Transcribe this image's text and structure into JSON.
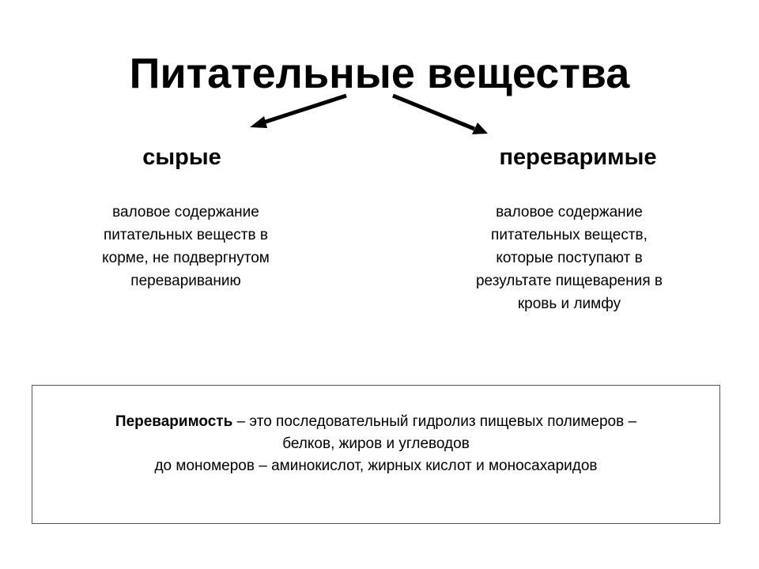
{
  "title": "Питательные вещества",
  "branches": [
    {
      "label": "сырые",
      "description": [
        "валовое содержание",
        "питательных веществ в",
        "корме, не подвергнутом",
        "перевариванию"
      ]
    },
    {
      "label": "переваримые",
      "description": [
        "валовое содержание",
        "питательных веществ,",
        "которые поступают в",
        "результате пищеварения в",
        "кровь и лимфу"
      ]
    }
  ],
  "definition": {
    "term": "Переваримость",
    "line1_rest": " – это последовательный гидролиз пищевых полимеров –",
    "line2": "белков, жиров и углеводов",
    "line3": "до мономеров – аминокислот, жирных кислот и моносахаридов"
  }
}
